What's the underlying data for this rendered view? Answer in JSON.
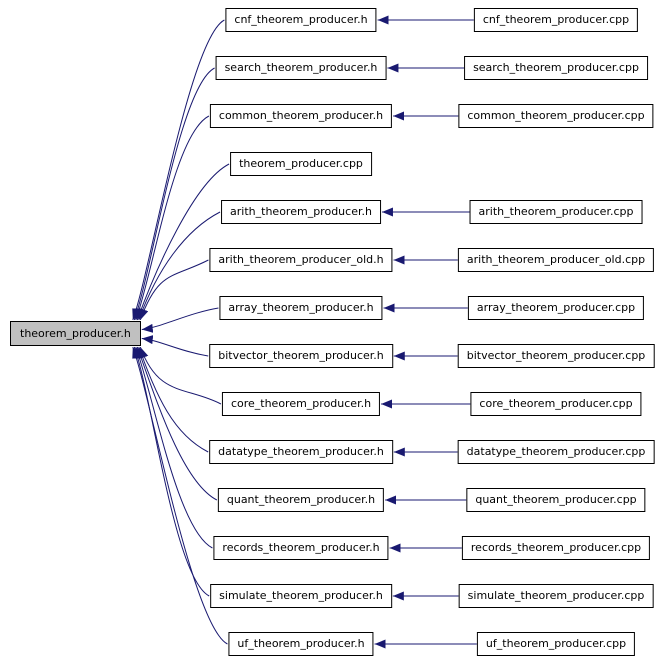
{
  "diagram": {
    "main_node": "theorem_producer.h",
    "colors": {
      "edge": "#191970",
      "border": "#000000",
      "main_fill": "#c0c0c0",
      "node_fill": "#ffffff",
      "text": "#000000",
      "background": "#ffffff"
    },
    "rows": [
      {
        "header": "cnf_theorem_producer.h",
        "source": "cnf_theorem_producer.cpp"
      },
      {
        "header": "search_theorem_producer.h",
        "source": "search_theorem_producer.cpp"
      },
      {
        "header": "common_theorem_producer.h",
        "source": "common_theorem_producer.cpp"
      },
      {
        "header": "theorem_producer.cpp",
        "source": null
      },
      {
        "header": "arith_theorem_producer.h",
        "source": "arith_theorem_producer.cpp"
      },
      {
        "header": "arith_theorem_producer_old.h",
        "source": "arith_theorem_producer_old.cpp"
      },
      {
        "header": "array_theorem_producer.h",
        "source": "array_theorem_producer.cpp"
      },
      {
        "header": "bitvector_theorem_producer.h",
        "source": "bitvector_theorem_producer.cpp"
      },
      {
        "header": "core_theorem_producer.h",
        "source": "core_theorem_producer.cpp"
      },
      {
        "header": "datatype_theorem_producer.h",
        "source": "datatype_theorem_producer.cpp"
      },
      {
        "header": "quant_theorem_producer.h",
        "source": "quant_theorem_producer.cpp"
      },
      {
        "header": "records_theorem_producer.h",
        "source": "records_theorem_producer.cpp"
      },
      {
        "header": "simulate_theorem_producer.h",
        "source": "simulate_theorem_producer.cpp"
      },
      {
        "header": "uf_theorem_producer.h",
        "source": "uf_theorem_producer.cpp"
      }
    ]
  }
}
